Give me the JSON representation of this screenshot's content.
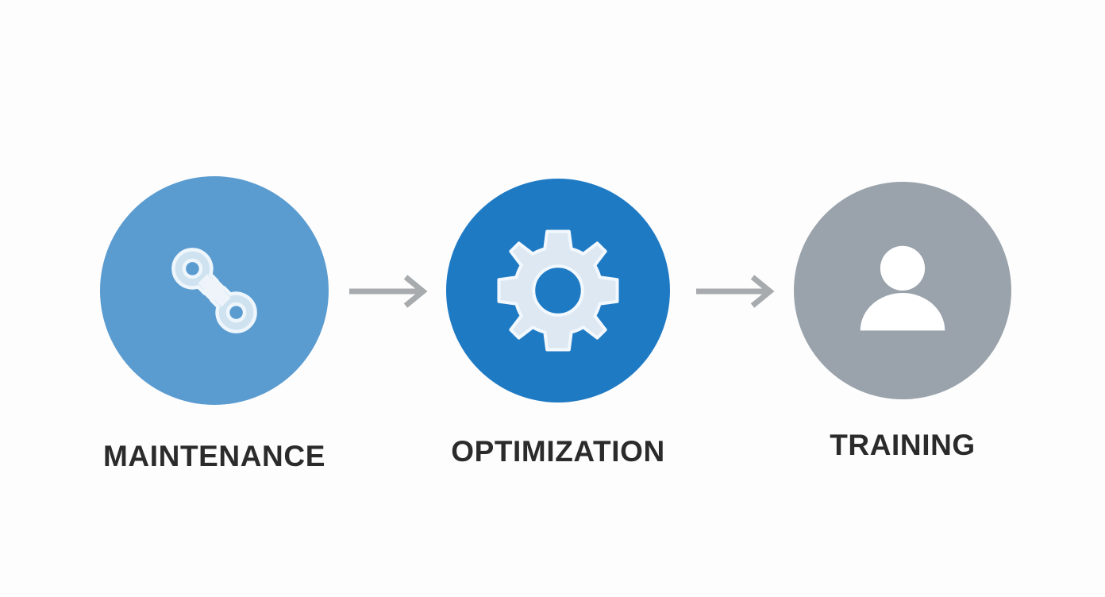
{
  "diagram": {
    "title_visible": false,
    "background_color": "#fdfdfd",
    "type": "linear-process-flow",
    "stages": [
      {
        "label": "MAINTENANCE",
        "icon": "wrench-icon",
        "circle_color": "#5a9bd0",
        "icon_color": "#dce9f3"
      },
      {
        "label": "OPTIMIZATION",
        "icon": "gear-icon",
        "circle_color": "#1f7ac4",
        "icon_color": "#dde8f2"
      },
      {
        "label": "TRAINING",
        "icon": "person-icon",
        "circle_color": "#9aa3ab",
        "icon_color": "#ffffff"
      }
    ],
    "connectors": [
      {
        "name": "arrow-right-icon",
        "color": "#a8abad",
        "from": "MAINTENANCE",
        "to": "OPTIMIZATION"
      },
      {
        "name": "arrow-right-icon",
        "color": "#a8abad",
        "from": "OPTIMIZATION",
        "to": "TRAINING"
      }
    ],
    "label_color": "#2b2b2b"
  }
}
